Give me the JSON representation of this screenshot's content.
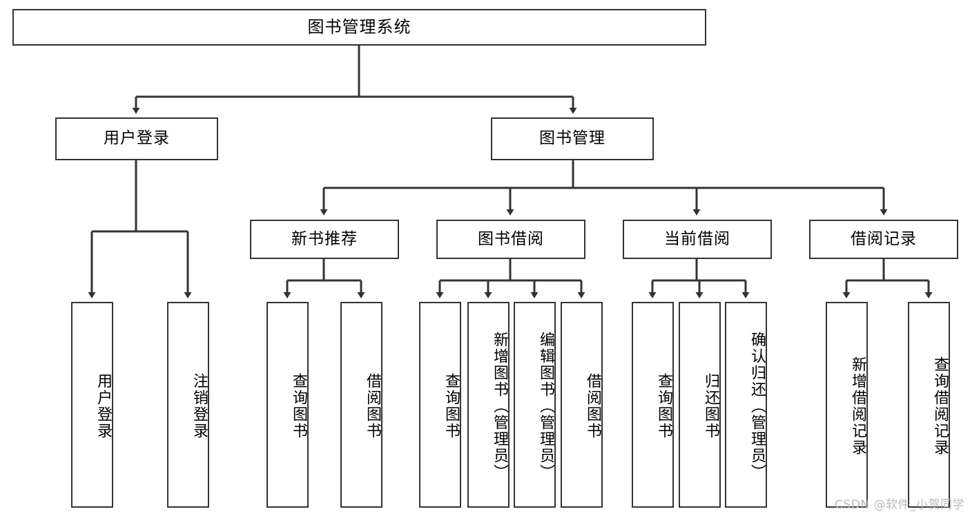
{
  "diagram": {
    "title": "图书管理系统",
    "type": "tree",
    "root": {
      "label": "图书管理系统"
    },
    "level2": [
      {
        "label": "用户登录"
      },
      {
        "label": "图书管理"
      }
    ],
    "level3": [
      {
        "label": "新书推荐"
      },
      {
        "label": "图书借阅"
      },
      {
        "label": "当前借阅"
      },
      {
        "label": "借阅记录"
      }
    ],
    "leaves_user_login": [
      {
        "label": "用户登录"
      },
      {
        "label": "注销登录"
      }
    ],
    "leaves_new_book": [
      {
        "label": "查询图书"
      },
      {
        "label": "借阅图书"
      }
    ],
    "leaves_book_borrow": [
      {
        "label": "查询图书"
      },
      {
        "label": "新增图书（管理员）"
      },
      {
        "label": "编辑图书（管理员）"
      },
      {
        "label": "借阅图书"
      }
    ],
    "leaves_current_borrow": [
      {
        "label": "查询图书"
      },
      {
        "label": "归还图书"
      },
      {
        "label": "确认归还（管理员）"
      }
    ],
    "leaves_borrow_record": [
      {
        "label": "新增借阅记录"
      },
      {
        "label": "查询借阅记录"
      }
    ]
  },
  "watermark": {
    "text": "CSDN @软件_小贺同学"
  },
  "colors": {
    "stroke": "#333333",
    "background": "#ffffff",
    "text": "#000000",
    "watermark": "#b9b9b9"
  }
}
